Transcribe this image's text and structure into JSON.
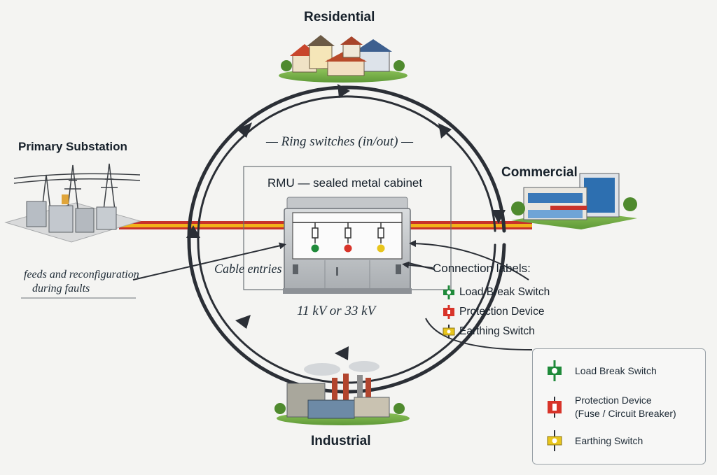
{
  "nodes": {
    "residential": "Residential",
    "primary_substation": "Primary Substation",
    "commercial": "Commercial",
    "industrial": "Industrial"
  },
  "rmu": {
    "ring_switches": "— Ring switches (in/out) —",
    "cabinet_label": "RMU — sealed metal cabinet",
    "cable_entries": "Cable entries",
    "voltage": "11 kV or 33 kV"
  },
  "feeds_note": {
    "line1": "feeds and reconfiguration",
    "line2": "during faults"
  },
  "connection_labels": {
    "heading": "Connection labels:",
    "items": [
      "Load Break Switch",
      "Protection Device",
      "Earthing Switch"
    ]
  },
  "legend": {
    "load_break": "Load Break Switch",
    "protection_line1": "Protection Device",
    "protection_line2": "(Fuse / Circuit Breaker)",
    "earthing": "Earthing Switch"
  },
  "colors": {
    "load_break": "#1f8a3a",
    "protection": "#d8342a",
    "earthing": "#e8c51c",
    "ring": "#2b2f36",
    "cable_yellow": "#f2b21a",
    "cable_red": "#c8322a"
  }
}
